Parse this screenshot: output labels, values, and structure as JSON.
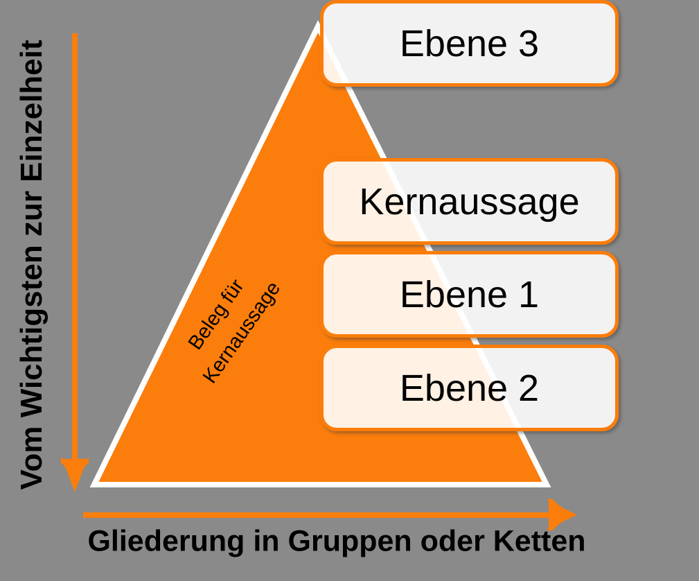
{
  "canvas": {
    "background_color": "#8A8A8A",
    "accent_color": "#FB7D0B",
    "box_fill_color": "rgba(255,255,255,0.89)",
    "text_color": "#000000",
    "pyramid_border_color": "#FFFFFF"
  },
  "y_axis": {
    "label": "Vom Wichtigsten zur Einzelheit",
    "arrow_icon": "down-arrow"
  },
  "x_axis": {
    "label": "Gliederung in Gruppen oder Ketten",
    "arrow_icon": "right-arrow"
  },
  "pyramid": {
    "label_line1": "Beleg für",
    "label_line2": "Kernaussage"
  },
  "levels": [
    {
      "label": "Kernaussage"
    },
    {
      "label": "Ebene 1"
    },
    {
      "label": "Ebene 2"
    },
    {
      "label": "Ebene 3"
    }
  ]
}
